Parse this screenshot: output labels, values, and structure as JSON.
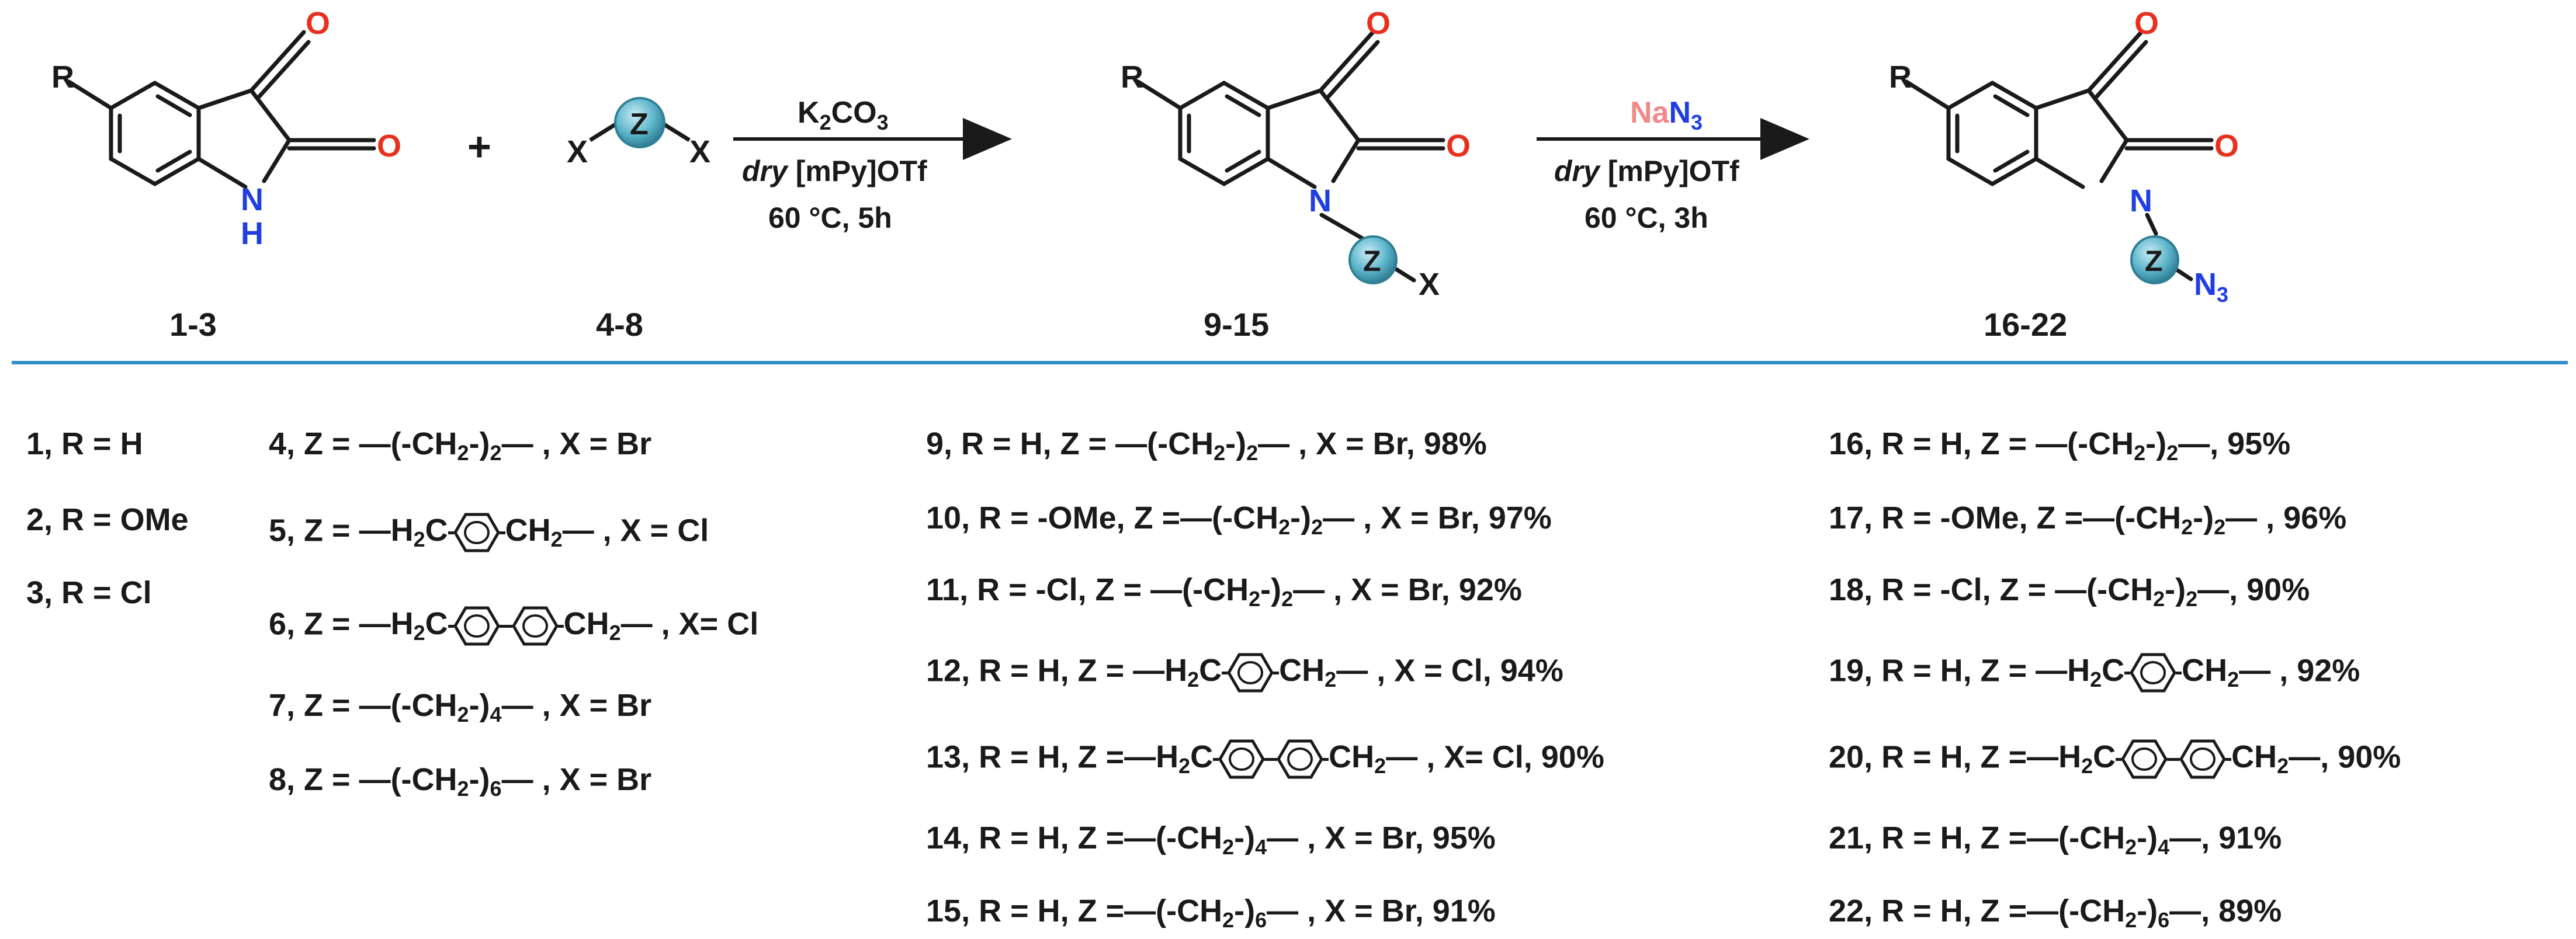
{
  "colors": {
    "oxygen": "#e8301f",
    "nitrogen": "#1f3fe0",
    "bond": "#1a1a1a",
    "z_ball": "#5fb6cc",
    "divider": "#2f8fc9",
    "nan3_na": "#f08a8a"
  },
  "scheme": {
    "atoms": {
      "o": "O",
      "n": "N",
      "h": "H",
      "r": "R",
      "x": "X",
      "z": "Z"
    },
    "plus": "+",
    "step1": {
      "reagent_main": "K",
      "reagent_sub1": "2",
      "reagent_main2": "CO",
      "reagent_sub2": "3",
      "solvent_italic": "dry",
      "solvent": " [mPy]OTf",
      "conditions": "60 °C, 5h"
    },
    "step2": {
      "reagent_na": "Na",
      "reagent_n": "N",
      "reagent_sub": "3",
      "solvent_italic": "dry",
      "solvent": " [mPy]OTf",
      "conditions": "60 °C, 3h"
    },
    "azide_main": "N",
    "azide_sub": "3",
    "compound_labels": [
      "1-3",
      "4-8",
      "9-15",
      "16-22"
    ]
  },
  "legend": {
    "col1": [
      {
        "pre": "1, R = H"
      },
      {
        "pre": "2, R = OMe"
      },
      {
        "pre": "3, R = Cl"
      }
    ],
    "col2": [
      {
        "pre": "4, Z = ",
        "z": "ethylene",
        "post": " , X = Br"
      },
      {
        "pre": "5, Z = ",
        "z": "xylylene",
        "post": " , X = Cl"
      },
      {
        "pre": "6, Z = ",
        "z": "biphenyl",
        "post": " , X= Cl"
      },
      {
        "pre": "7, Z = ",
        "z": "butylene",
        "post": " , X = Br"
      },
      {
        "pre": "8, Z = ",
        "z": "hexylene",
        "post": " , X = Br"
      }
    ],
    "col3": [
      {
        "pre": "9, R = H,  Z = ",
        "z": "ethylene",
        "post": " , X = Br, 98%"
      },
      {
        "pre": "10, R = -OMe, Z =",
        "z": "ethylene",
        "post": " , X = Br, 97%"
      },
      {
        "pre": "11, R = -Cl, Z = ",
        "z": "ethylene",
        "post": " , X = Br, 92%"
      },
      {
        "pre": "12, R = H, Z = ",
        "z": "xylylene",
        "post": " , X = Cl, 94%"
      },
      {
        "pre": "13, R = H, Z =",
        "z": "biphenyl",
        "post": " , X= Cl, 90%"
      },
      {
        "pre": "14, R = H, Z =",
        "z": "butylene",
        "post": " , X = Br, 95%"
      },
      {
        "pre": "15, R = H, Z =",
        "z": "hexylene",
        "post": " , X = Br, 91%"
      }
    ],
    "col4": [
      {
        "pre": "16, R = H,  Z = ",
        "z": "ethylene",
        "post": ", 95%"
      },
      {
        "pre": "17, R = -OMe, Z =",
        "z": "ethylene",
        "post": " , 96%"
      },
      {
        "pre": "18, R = -Cl, Z = ",
        "z": "ethylene",
        "post": ", 90%"
      },
      {
        "pre": "19, R = H, Z = ",
        "z": "xylylene",
        "post": " , 92%"
      },
      {
        "pre": "20, R = H, Z =",
        "z": "biphenyl",
        "post": ", 90%"
      },
      {
        "pre": "21, R = H, Z =",
        "z": "butylene",
        "post": ", 91%"
      },
      {
        "pre": "22, R = H, Z =",
        "z": "hexylene",
        "post": ", 89%"
      }
    ]
  },
  "linker_text": {
    "ch2_prefix": "—(-CH",
    "sub2": "2",
    "ch2_mid": "-)",
    "n_ethylene": "2",
    "n_butylene": "4",
    "n_hexylene": "6",
    "tail": "—",
    "h2c": "—H",
    "h2c_sub": "2",
    "h2c_c": "C",
    "ch2_end": "CH",
    "ch2_end_sub": "2",
    "ch2_end_tail": "—"
  }
}
